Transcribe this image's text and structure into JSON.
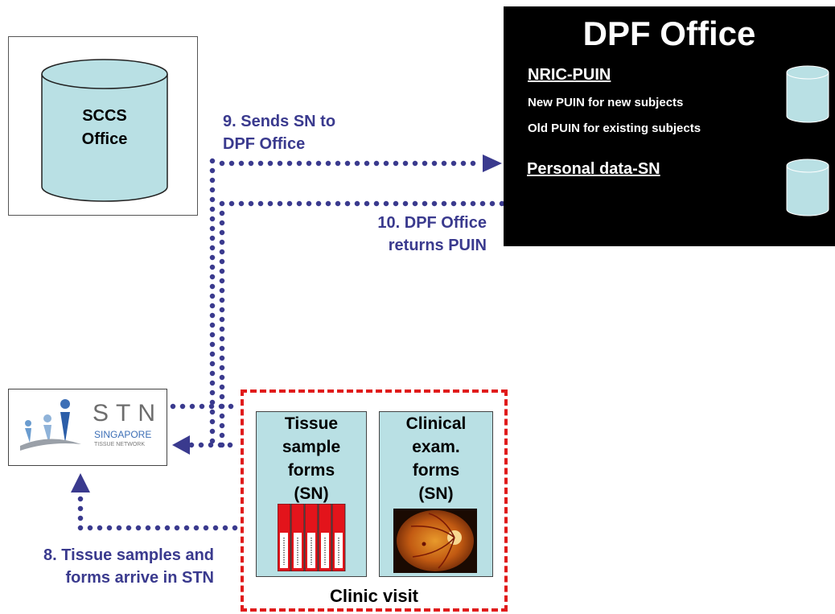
{
  "sccs": {
    "label_line1": "SCCS",
    "label_line2": "Office"
  },
  "dpf": {
    "title": "DPF Office",
    "section1_title": "NRIC-PUIN",
    "section1_line1": "New PUIN for new subjects",
    "section1_line2": "Old PUIN for existing subjects",
    "section2_title": "Personal data-SN"
  },
  "steps": {
    "step9_line1": "9. Sends SN to",
    "step9_line2": "DPF Office",
    "step10_line1": "10. DPF Office",
    "step10_line2": "returns PUIN",
    "step8_line1": "8. Tissue samples and",
    "step8_line2": "forms arrive in STN"
  },
  "stn": {
    "logo_letters": "STN",
    "logo_line1": "SINGAPORE",
    "logo_line2": "TISSUE NETWORK"
  },
  "clinic": {
    "label": "Clinic visit",
    "tissue_card": {
      "line1": "Tissue",
      "line2": "sample",
      "line3": "forms",
      "line4": "(SN)"
    },
    "exam_card": {
      "line1": "Clinical",
      "line2": "exam.",
      "line3": "forms",
      "line4": "(SN)"
    }
  },
  "colors": {
    "arrow": "#3a3a8e",
    "cylinder_fill": "#b9e0e4",
    "clinic_border": "#e01b1b",
    "dpf_background": "#000000"
  }
}
